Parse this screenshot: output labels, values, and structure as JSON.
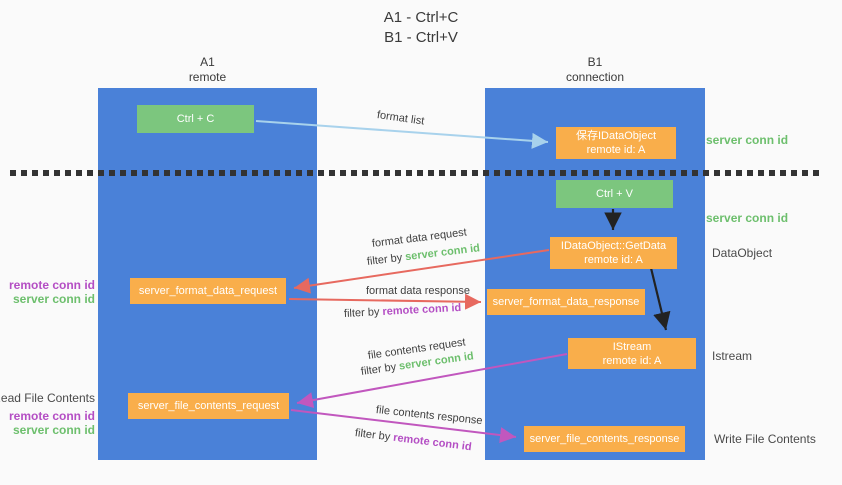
{
  "title": {
    "line1": "A1 - Ctrl+C",
    "line2": "B1 - Ctrl+V"
  },
  "columns": {
    "left": {
      "header_line1": "A1",
      "header_line2": "remote"
    },
    "right": {
      "header_line1": "B1",
      "header_line2": "connection"
    }
  },
  "boxes": {
    "ctrl_c": "Ctrl + C",
    "ctrl_v": "Ctrl + V",
    "save_idataobject": {
      "line1": "保存IDataObject",
      "line2": "remote id: A"
    },
    "getdata": {
      "line1": "IDataObject::GetData",
      "line2": "remote id: A"
    },
    "istream": {
      "line1": "IStream",
      "line2": "remote id: A"
    },
    "format_request": "server_format_data_request",
    "format_response": "server_format_data_response",
    "file_request": "server_file_contents_request",
    "file_response": "server_file_contents_response"
  },
  "flow_labels": {
    "format_list": "format list",
    "format_data_request": "format data request",
    "format_data_response": "format data response",
    "file_contents_request": "file contents request",
    "file_contents_response": "file contents response",
    "filter_by": "filter by ",
    "server_conn_id": "server conn id",
    "remote_conn_id": "remote conn id"
  },
  "side_labels": {
    "server_conn_id": "server conn id",
    "remote_conn_id": "remote conn id",
    "dataobject": "DataObject",
    "istream": "Istream",
    "read_file_contents": "Read File Contents",
    "write_file_contents": "Write File Contents"
  },
  "colors": {
    "lifeline_blue": "#4a81d8",
    "box_orange": "#f9ae4b",
    "box_green": "#7cc67e",
    "arrow_light_blue": "#a8d2ec",
    "arrow_red": "#e7695f",
    "arrow_magenta": "#c157be",
    "arrow_black": "#222222",
    "text_green": "#6dbf6d",
    "text_purple": "#b44ec4",
    "background": "#fafafa"
  }
}
